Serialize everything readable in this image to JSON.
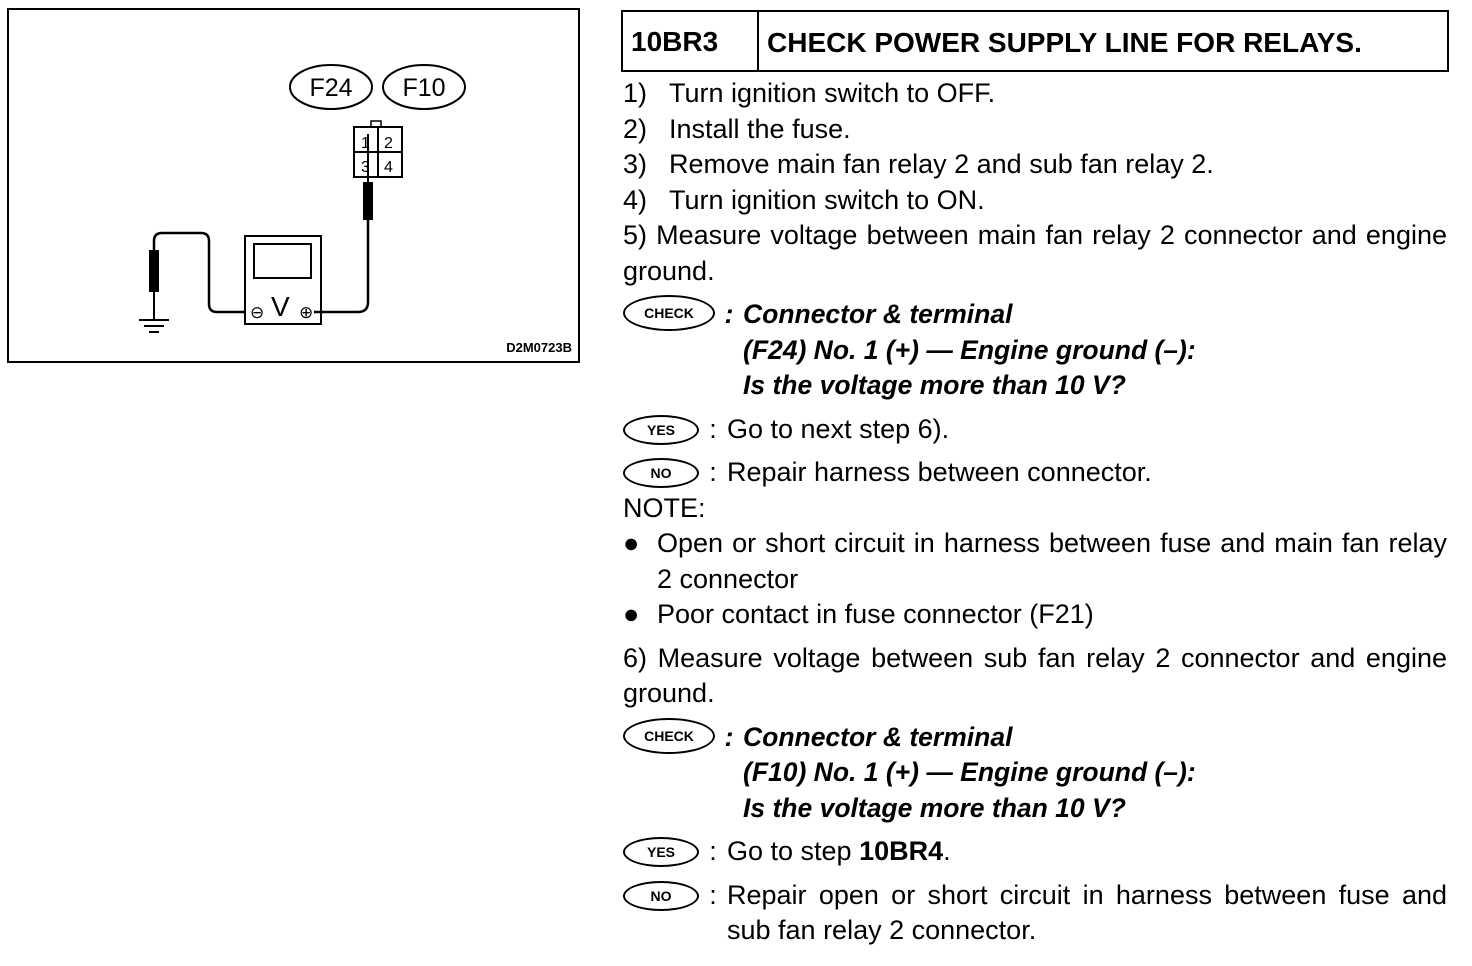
{
  "figure": {
    "connector_labels": [
      "F24",
      "F10"
    ],
    "pins": [
      "1",
      "2",
      "3",
      "4"
    ],
    "meter_symbols": {
      "minus": "⊖",
      "v": "V",
      "plus": "⊕"
    },
    "code": "D2M0723B"
  },
  "header": {
    "step_id": "10BR3",
    "title": "CHECK POWER SUPPLY LINE FOR RELAYS."
  },
  "steps": [
    {
      "num": "1)",
      "text": "Turn ignition switch to OFF."
    },
    {
      "num": "2)",
      "text": "Install the fuse."
    },
    {
      "num": "3)",
      "text": "Remove main fan relay 2 and sub fan relay 2."
    },
    {
      "num": "4)",
      "text": "Turn ignition switch to ON."
    }
  ],
  "step5": "5) Measure voltage between main fan relay 2 connector and engine ground.",
  "check1": {
    "badge": "CHECK",
    "colon": ":",
    "line1": "Connector & terminal",
    "line2": "(F24) No. 1 (+) — Engine ground (–):",
    "line3": "Is the voltage more than 10 V?"
  },
  "yes1": {
    "badge": "YES",
    "colon": ":",
    "text": "Go to next step 6)."
  },
  "no1": {
    "badge": "NO",
    "colon": ":",
    "text": "Repair harness between connector."
  },
  "note_label": "NOTE:",
  "notes": [
    "Open or short circuit in harness between fuse and main fan relay 2 connector",
    "Poor contact in fuse connector (F21)"
  ],
  "step6": "6) Measure voltage between sub fan relay 2 connector and engine ground.",
  "check2": {
    "badge": "CHECK",
    "colon": ":",
    "line1": "Connector & terminal",
    "line2": "(F10) No. 1 (+) — Engine ground (–):",
    "line3": "Is the voltage more than 10 V?"
  },
  "yes2": {
    "badge": "YES",
    "colon": ":",
    "text_prefix": "Go to step ",
    "text_bold": "10BR4",
    "text_suffix": "."
  },
  "no2": {
    "badge": "NO",
    "colon": ":",
    "text": "Repair open or short circuit in harness between fuse and sub fan relay 2 connector."
  }
}
